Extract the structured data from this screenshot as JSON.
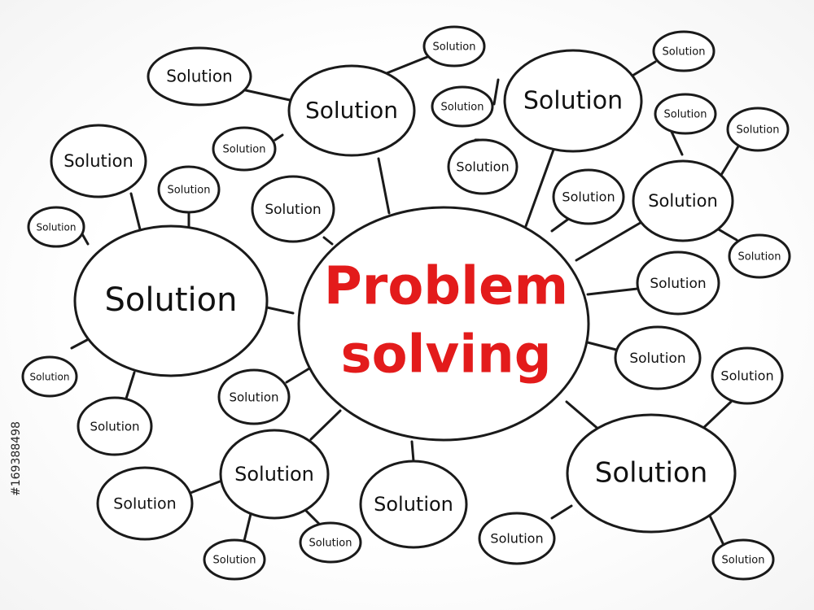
{
  "diagram": {
    "center": {
      "line1": "Problem",
      "line2": "solving",
      "color": "#e31b1b"
    },
    "node_text": "Solution",
    "stock_id": "#169388498",
    "line_color": "#1a1a1a"
  }
}
